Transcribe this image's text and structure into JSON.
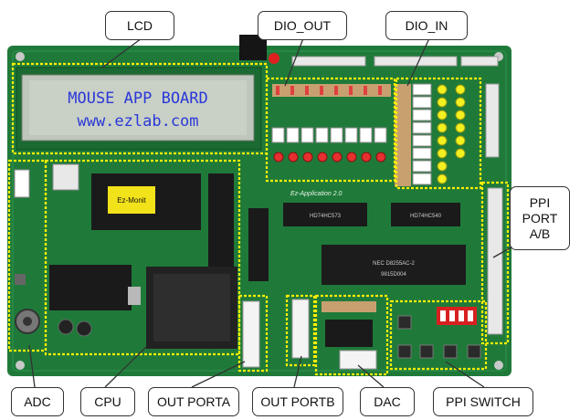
{
  "callouts": {
    "lcd": "LCD",
    "dio_out": "DIO_OUT",
    "dio_in": "DIO_IN",
    "ppi_port": "PPI\nPORT\nA/B",
    "adc": "ADC",
    "cpu": "CPU",
    "out_porta": "OUT PORTA",
    "out_portb": "OUT PORTB",
    "dac": "DAC",
    "ppi_switch": "PPI SWITCH"
  },
  "lcd_screen": {
    "line1": "MOUSE APP BOARD",
    "line2": "www.ezlab.com"
  },
  "board": {
    "silkscreen_title": "Ez-Application 2.0",
    "sticker_text": "Ez-Monit",
    "chip_u1": "HD74HC573",
    "chip_u2": "HD74HC540",
    "chip_ppi": "NEC D8255AC-2",
    "chip_ppi_sub": "9815D004"
  },
  "colors": {
    "pcb": "#1f7a3a",
    "pcb_dark": "#145a28",
    "highlight_box": "#ffee00",
    "lcd_background": "#c9d0c6",
    "lcd_text": "#2a38d8"
  }
}
